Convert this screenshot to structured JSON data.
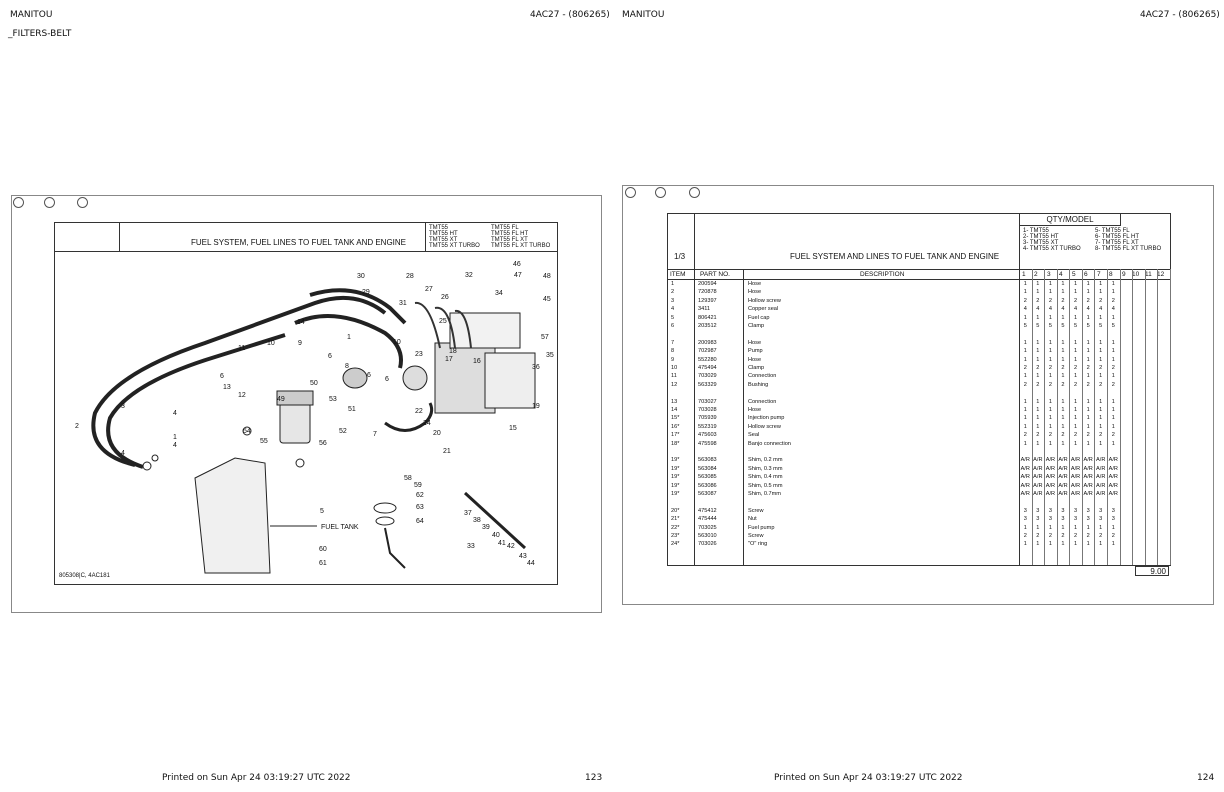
{
  "left_page": {
    "brand": "MANITOU",
    "code": "4AC27 - (806265)",
    "section": "_FILTERS-BELT",
    "printed": "Printed on  Sun Apr 24 03:19:27 UTC 2022",
    "page_number": "123",
    "diagram_title": "FUEL SYSTEM, FUEL LINES TO FUEL TANK AND ENGINE",
    "models_col1": [
      "TMT55",
      "TMT55 HT",
      "TMT55 XT",
      "TMT55 XT TURBO"
    ],
    "models_col2": [
      "TMT55 FL",
      "TMT55 FL HT",
      "TMT55 FL XT",
      "TMT55 FL XT TURBO"
    ],
    "fuel_tank_label": "FUEL TANK",
    "drawing_ref": "805308|C, 4AC181",
    "callouts": [
      "1",
      "2",
      "3",
      "4",
      "5",
      "6",
      "7",
      "8",
      "9",
      "10",
      "11",
      "12",
      "13",
      "14",
      "15",
      "16",
      "17",
      "18",
      "19",
      "20",
      "21",
      "22",
      "23",
      "24",
      "25",
      "26",
      "27",
      "28",
      "29",
      "30",
      "31",
      "32",
      "33",
      "34",
      "35",
      "36",
      "37",
      "38",
      "39",
      "40",
      "41",
      "42",
      "43",
      "44",
      "45",
      "46",
      "47",
      "48",
      "49",
      "50",
      "51",
      "52",
      "53",
      "54",
      "55",
      "56",
      "57",
      "58",
      "59",
      "60",
      "61",
      "62",
      "63",
      "64"
    ]
  },
  "right_page": {
    "brand": "MANITOU",
    "code": "4AC27 - (806265)",
    "printed": "Printed on  Sun Apr 24 03:19:27 UTC 2022",
    "page_number": "124",
    "sheet": "1/3",
    "qty_header": "QTY/MODEL",
    "models_left": [
      "1- TMT55",
      "2- TMT55 HT",
      "3- TMT55 XT",
      "4- TMT55 XT TURBO"
    ],
    "models_right": [
      "5- TMT55 FL",
      "6- TMT55 FL HT",
      "7- TMT55 FL XT",
      "8- TMT55 FL XT TURBO"
    ],
    "title": "FUEL SYSTEM AND LINES TO FUEL TANK AND ENGINE",
    "col_item": "ITEM",
    "col_part": "PART NO.",
    "col_desc": "DESCRIPTION",
    "qty_cols": [
      "1",
      "2",
      "3",
      "4",
      "5",
      "6",
      "7",
      "8",
      "9",
      "10",
      "11",
      "12"
    ],
    "groups": [
      [
        {
          "item": "1",
          "part": "200594",
          "desc": "Hose",
          "q": "1"
        },
        {
          "item": "2",
          "part": "720878",
          "desc": "Hose",
          "q": "1"
        },
        {
          "item": "3",
          "part": "129397",
          "desc": "Hollow screw",
          "q": "2"
        },
        {
          "item": "4",
          "part": "3411",
          "desc": "Copper seal",
          "q": "4"
        },
        {
          "item": "5",
          "part": "806421",
          "desc": "Fuel cap",
          "q": "1"
        },
        {
          "item": "6",
          "part": "203512",
          "desc": "Clamp",
          "q": "5"
        }
      ],
      [
        {
          "item": "7",
          "part": "200983",
          "desc": "Hose",
          "q": "1"
        },
        {
          "item": "8",
          "part": "702987",
          "desc": "Pump",
          "q": "1"
        },
        {
          "item": "9",
          "part": "552280",
          "desc": "Hose",
          "q": "1"
        },
        {
          "item": "10",
          "part": "475494",
          "desc": "Clamp",
          "q": "2"
        },
        {
          "item": "11",
          "part": "703029",
          "desc": "Connection",
          "q": "1"
        },
        {
          "item": "12",
          "part": "563329",
          "desc": "Bushing",
          "q": "2"
        }
      ],
      [
        {
          "item": "13",
          "part": "703027",
          "desc": "Connection",
          "q": "1"
        },
        {
          "item": "14",
          "part": "703028",
          "desc": "Hose",
          "q": "1"
        },
        {
          "item": "15*",
          "part": "705939",
          "desc": "Injection pump",
          "q": "1"
        },
        {
          "item": "16*",
          "part": "552319",
          "desc": "Hollow screw",
          "q": "1"
        },
        {
          "item": "17*",
          "part": "475603",
          "desc": "Seal",
          "q": "2"
        },
        {
          "item": "18*",
          "part": "475598",
          "desc": "Banjo connection",
          "q": "1"
        }
      ],
      [
        {
          "item": "19*",
          "part": "563083",
          "desc": "Shim, 0.2 mm",
          "q": "A/R"
        },
        {
          "item": "19*",
          "part": "563084",
          "desc": "Shim, 0.3 mm",
          "q": "A/R"
        },
        {
          "item": "19*",
          "part": "563085",
          "desc": "Shim, 0.4 mm",
          "q": "A/R"
        },
        {
          "item": "19*",
          "part": "563086",
          "desc": "Shim, 0.5 mm",
          "q": "A/R"
        },
        {
          "item": "19*",
          "part": "563087",
          "desc": "Shim, 0.7mm",
          "q": "A/R"
        }
      ],
      [
        {
          "item": "20*",
          "part": "475412",
          "desc": "Screw",
          "q": "3"
        },
        {
          "item": "21*",
          "part": "475444",
          "desc": "Nut",
          "q": "3"
        },
        {
          "item": "22*",
          "part": "703025",
          "desc": "Fuel pump",
          "q": "1"
        },
        {
          "item": "23*",
          "part": "563010",
          "desc": "Screw",
          "q": "2"
        },
        {
          "item": "24*",
          "part": "703026",
          "desc": "\"O\" ring",
          "q": "1"
        }
      ]
    ],
    "revision": "9.00"
  }
}
